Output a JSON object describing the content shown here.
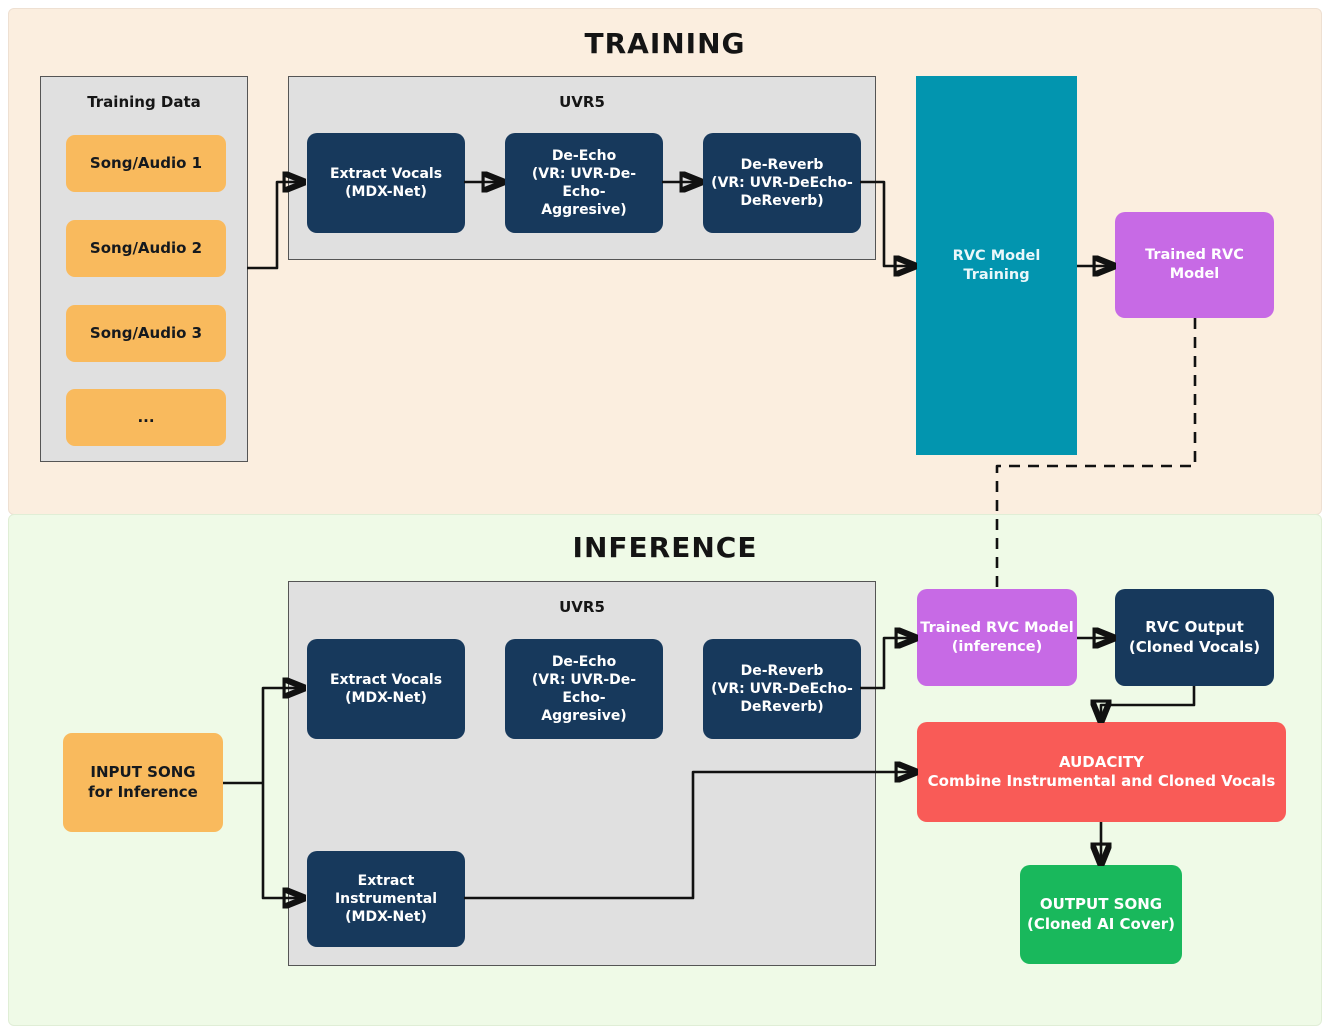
{
  "colors": {
    "training_bg": "#FBEEDF",
    "inference_bg": "#EFFAE7",
    "panel_bg": "#E0E0E0",
    "node_navy": "#17395C",
    "node_orange": "#F9BA5D",
    "node_teal": "#0295AF",
    "node_purple": "#C76AE5",
    "node_red": "#F95B57",
    "node_green": "#19B85C",
    "connector": "#111111"
  },
  "training": {
    "title": "TRAINING",
    "training_data": {
      "title": "Training Data",
      "items": [
        "Song/Audio 1",
        "Song/Audio 2",
        "Song/Audio 3",
        "..."
      ]
    },
    "uvr5": {
      "title": "UVR5",
      "steps": [
        "Extract Vocals\n(MDX-Net)",
        "De-Echo\n(VR: UVR-De-Echo-\nAggresive)",
        "De-Reverb\n(VR: UVR-DeEcho-\nDeReverb)"
      ]
    },
    "rvc_model_training": "RVC Model Training",
    "trained_rvc_model": "Trained RVC Model"
  },
  "inference": {
    "title": "INFERENCE",
    "uvr5": {
      "title": "UVR5",
      "steps": [
        "Extract Vocals\n(MDX-Net)",
        "De-Echo\n(VR: UVR-De-Echo-\nAggresive)",
        "De-Reverb\n(VR: UVR-DeEcho-\nDeReverb)"
      ],
      "extract_instrumental": "Extract\nInstrumental\n(MDX-Net)"
    },
    "input_song": "INPUT SONG\nfor Inference",
    "trained_rvc_model_inference": "Trained RVC Model\n(inference)",
    "rvc_output": "RVC Output\n(Cloned Vocals)",
    "audacity": "AUDACITY\nCombine Instrumental and Cloned Vocals",
    "output_song": "OUTPUT SONG\n(Cloned AI Cover)"
  }
}
